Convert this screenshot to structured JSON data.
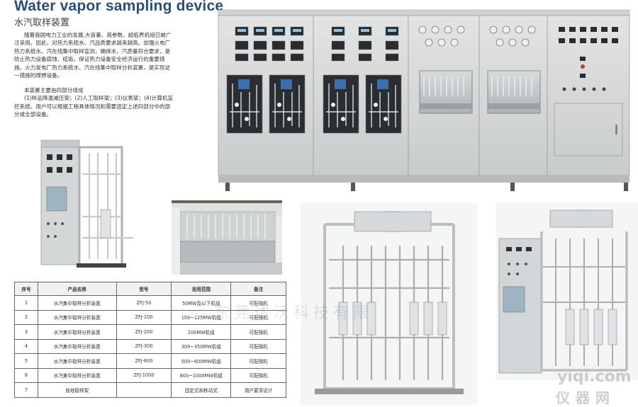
{
  "header": {
    "title": "Water vapor sampling device",
    "subtitle": "水汽取样装置"
  },
  "intro": {
    "paragraph": "随着我国电力工业的发展,大容量、高参数、超临界机组已被广泛采用。因此，对热力系统水、汽品质要求越来越高。加强火电厂热力系统水、汽在线集中取样监测，确保水、汽质量符合要求，是防止热力设备腐蚀、结垢，保证热力设备安全经济运行的重要措施。火力发电厂热力系统水、汽在线集中取样分析装置，是实现这一措施的理想设备。"
  },
  "parts": {
    "heading": "本装置主要由四部分组成",
    "detail": "(1)样品降温减压架；(2)人工取样架；(3)仪表架；(4)计算机监控系统。用户可以根据工程具体情况和需要选定上述四部分中的部分或全部设备。"
  },
  "table": {
    "headers": [
      "序号",
      "产品名称",
      "型号",
      "适用范围",
      "备注"
    ],
    "rows": [
      [
        "1",
        "水汽集中取样分析装置",
        "ZFJ-50",
        "50MW及以下机组",
        "可配微机"
      ],
      [
        "2",
        "水汽集中取样分析装置",
        "ZFJ-100",
        "100~125MW机组",
        "可配微机"
      ],
      [
        "3",
        "水汽集中取样分析装置",
        "ZFJ-200",
        "200MW机组",
        "可配微机"
      ],
      [
        "4",
        "水汽集中取样分析装置",
        "ZFJ-300",
        "300~350MW机组",
        "可配微机"
      ],
      [
        "5",
        "水汽集中取样分析装置",
        "ZFJ-600",
        "500~600MW机组",
        "可配微机"
      ],
      [
        "6",
        "水汽集中取样分析装置",
        "ZFJ-1000",
        "800~1000MW机组",
        "可配微机"
      ],
      [
        "7",
        "就地取样架",
        "",
        "固定式和移动式",
        "用户要求设计"
      ]
    ]
  },
  "watermark": "东莞达沃科技有限",
  "logo": {
    "latin": "yiqi.com",
    "cn": "仪器网"
  },
  "colors": {
    "title": "#2a4f7a",
    "panel": "#d6d8d8",
    "steel": "#b9bec2"
  }
}
